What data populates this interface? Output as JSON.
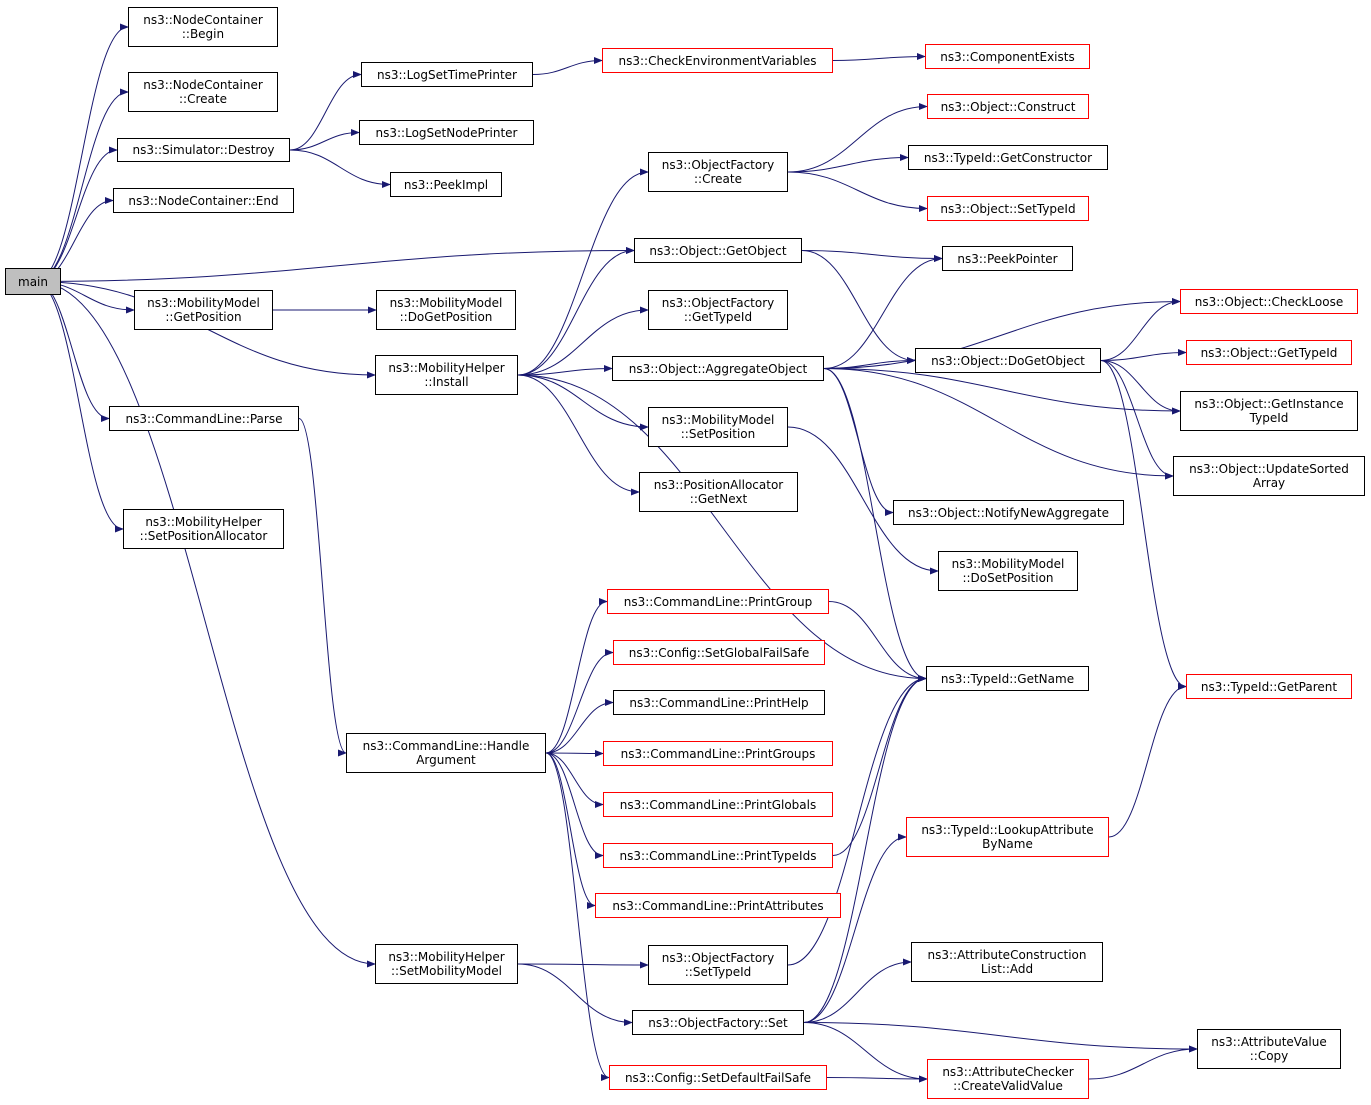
{
  "colors": {
    "edge": "#191970",
    "box_border": "#000000",
    "incomplete_border": "#ff0000",
    "root_fill": "#bfbfbf"
  },
  "nodes": {
    "main": [
      "main"
    ],
    "nc_begin": [
      "ns3::NodeContainer",
      "::Begin"
    ],
    "nc_create": [
      "ns3::NodeContainer",
      "::Create"
    ],
    "sim_destroy": [
      "ns3::Simulator::Destroy"
    ],
    "nc_end": [
      "ns3::NodeContainer::End"
    ],
    "mm_getpos": [
      "ns3::MobilityModel",
      "::GetPosition"
    ],
    "cl_parse": [
      "ns3::CommandLine::Parse"
    ],
    "mh_setalloc": [
      "ns3::MobilityHelper",
      "::SetPositionAllocator"
    ],
    "log_time": [
      "ns3::LogSetTimePrinter"
    ],
    "log_node": [
      "ns3::LogSetNodePrinter"
    ],
    "peekimpl": [
      "ns3::PeekImpl"
    ],
    "mm_dogetpos": [
      "ns3::MobilityModel",
      "::DoGetPosition"
    ],
    "mh_install": [
      "ns3::MobilityHelper",
      "::Install"
    ],
    "check_env": [
      "ns3::CheckEnvironmentVariables"
    ],
    "comp_exists": [
      "ns3::ComponentExists"
    ],
    "obj_construct": [
      "ns3::Object::Construct"
    ],
    "of_create": [
      "ns3::ObjectFactory",
      "::Create"
    ],
    "tid_getctor": [
      "ns3::TypeId::GetConstructor"
    ],
    "obj_settid": [
      "ns3::Object::SetTypeId"
    ],
    "obj_getobject": [
      "ns3::Object::GetObject"
    ],
    "peekptr": [
      "ns3::PeekPointer"
    ],
    "of_gettid": [
      "ns3::ObjectFactory",
      "::GetTypeId"
    ],
    "obj_checkloose": [
      "ns3::Object::CheckLoose"
    ],
    "obj_aggregate": [
      "ns3::Object::AggregateObject"
    ],
    "obj_dogetobject": [
      "ns3::Object::DoGetObject"
    ],
    "obj_gettid": [
      "ns3::Object::GetTypeId"
    ],
    "mm_setpos": [
      "ns3::MobilityModel",
      "::SetPosition"
    ],
    "obj_getinst": [
      "ns3::Object::GetInstance",
      "TypeId"
    ],
    "obj_updsorted": [
      "ns3::Object::UpdateSorted",
      "Array"
    ],
    "pa_getnext": [
      "ns3::PositionAllocator",
      "::GetNext"
    ],
    "obj_notify": [
      "ns3::Object::NotifyNewAggregate"
    ],
    "mm_dosetpos": [
      "ns3::MobilityModel",
      "::DoSetPosition"
    ],
    "cl_printgroup": [
      "ns3::CommandLine::PrintGroup"
    ],
    "cfg_setglobal": [
      "ns3::Config::SetGlobalFailSafe"
    ],
    "cl_printhelp": [
      "ns3::CommandLine::PrintHelp"
    ],
    "tid_getname": [
      "ns3::TypeId::GetName"
    ],
    "tid_getparent": [
      "ns3::TypeId::GetParent"
    ],
    "cl_handle": [
      "ns3::CommandLine::Handle",
      "Argument"
    ],
    "cl_printgroups": [
      "ns3::CommandLine::PrintGroups"
    ],
    "cl_printglobals": [
      "ns3::CommandLine::PrintGlobals"
    ],
    "tid_lookup": [
      "ns3::TypeId::LookupAttribute",
      "ByName"
    ],
    "cl_printtids": [
      "ns3::CommandLine::PrintTypeIds"
    ],
    "cl_printattrs": [
      "ns3::CommandLine::PrintAttributes"
    ],
    "mh_setmodel": [
      "ns3::MobilityHelper",
      "::SetMobilityModel"
    ],
    "of_settid": [
      "ns3::ObjectFactory",
      "::SetTypeId"
    ],
    "acl_add": [
      "ns3::AttributeConstruction",
      "List::Add"
    ],
    "of_set": [
      "ns3::ObjectFactory::Set"
    ],
    "av_copy": [
      "ns3::AttributeValue",
      "::Copy"
    ],
    "ac_createvalid": [
      "ns3::AttributeChecker",
      "::CreateValidValue"
    ],
    "cfg_setdefault": [
      "ns3::Config::SetDefaultFailSafe"
    ]
  }
}
